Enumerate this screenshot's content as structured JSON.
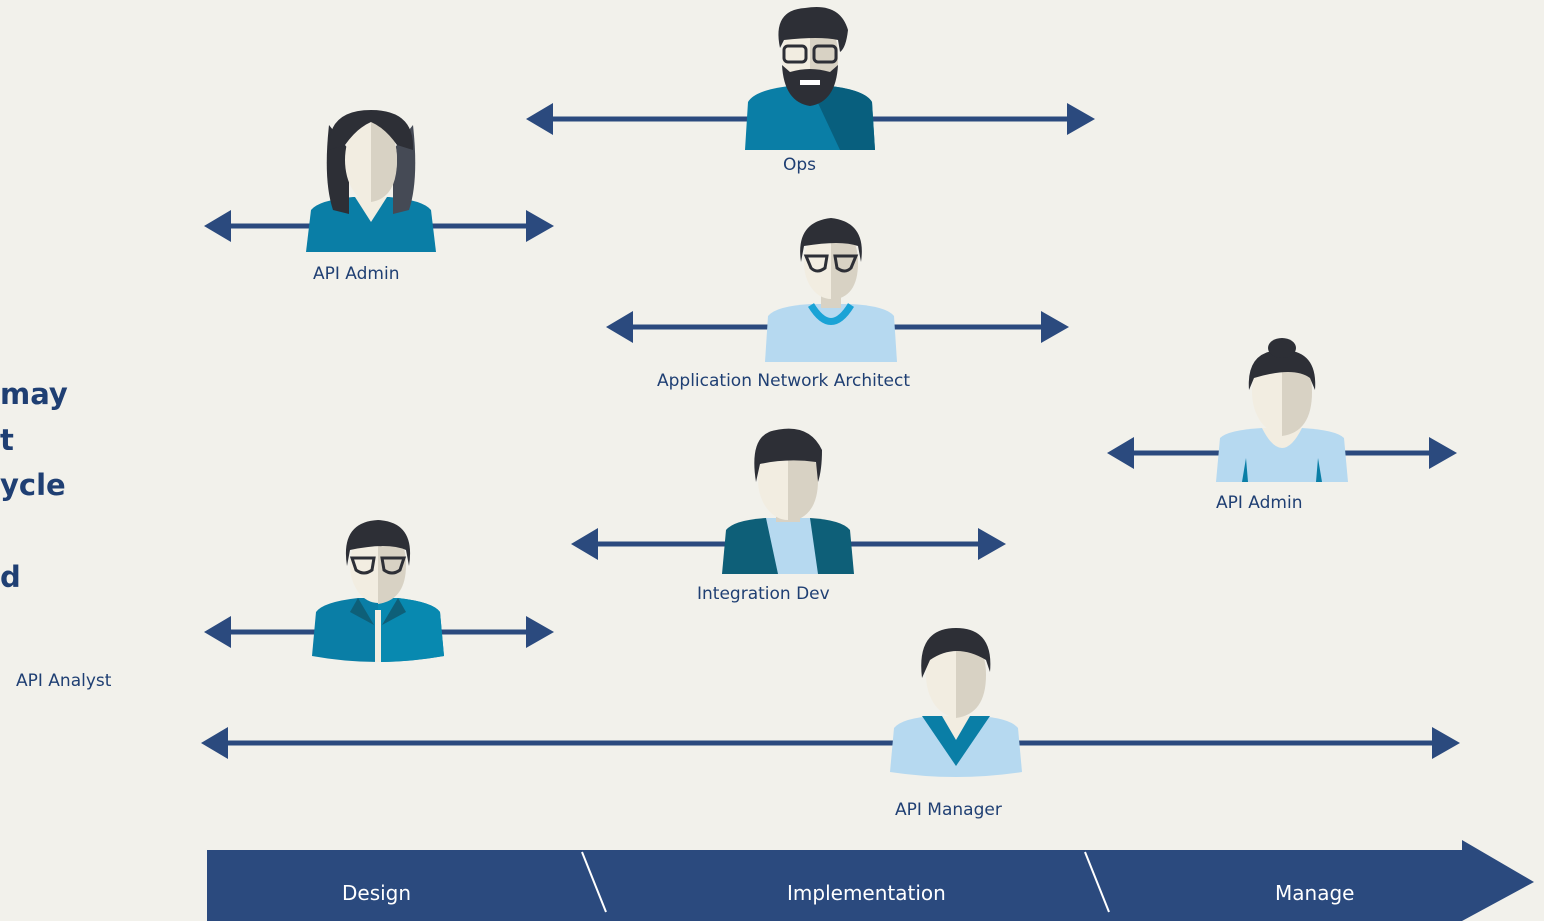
{
  "side_text_fragments": [
    "may",
    "t",
    "ycle",
    "d"
  ],
  "roles": [
    {
      "id": "ops",
      "label": "Ops"
    },
    {
      "id": "api-admin-1",
      "label": "API Admin"
    },
    {
      "id": "app-network-architect",
      "label": "Application Network Architect"
    },
    {
      "id": "api-admin-2",
      "label": "API  Admin"
    },
    {
      "id": "integration-dev",
      "label": "Integration Dev"
    },
    {
      "id": "api-analyst",
      "label": "API Analyst"
    },
    {
      "id": "api-manager",
      "label": "API Manager"
    }
  ],
  "phases": [
    {
      "label": "Design"
    },
    {
      "label": "Implementation"
    },
    {
      "label": "Manage"
    }
  ],
  "colors": {
    "background": "#f2f1eb",
    "arrow": "#2b4a7e",
    "text": "#1f3f73",
    "teal": "#0a7ea6",
    "light_blue": "#b6d9f0",
    "dark_teal": "#0e5f78",
    "hair": "#2d2f36",
    "skin": "#f2ede1"
  }
}
